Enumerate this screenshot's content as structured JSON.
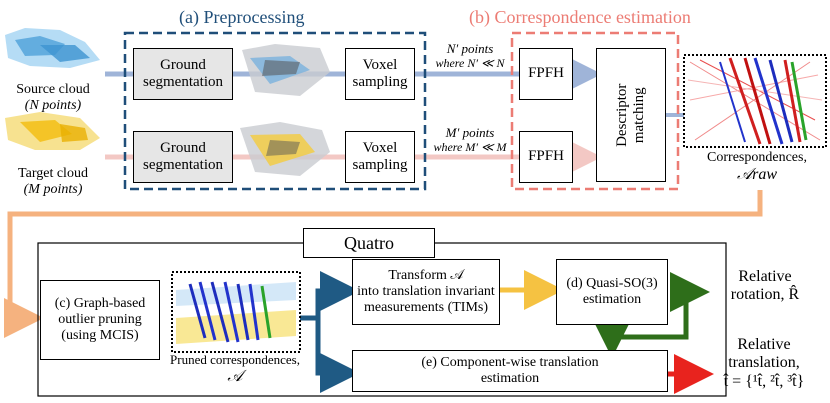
{
  "headers": {
    "preprocessing": "(a) Preprocessing",
    "correspondence": "(b) Correspondence estimation"
  },
  "colors": {
    "preprocessing_border": "#1f4e79",
    "correspondence_border": "#ec7c74",
    "source_line": "#9fb4d8",
    "target_line": "#f3c8c4",
    "orange_line": "#f5b27f",
    "blue_arrow": "#1f5a84",
    "yellow_arrow": "#f5c242",
    "green_arrow": "#2e6e1a",
    "red_arrow": "#e8231e"
  },
  "inputs": {
    "source_name": "Source cloud",
    "source_count": "(N points)",
    "target_name": "Target cloud",
    "target_count": "(M points)"
  },
  "boxes": {
    "ground_seg_1": "Ground segmentation",
    "ground_seg_2": "Ground segmentation",
    "voxel_1": "Voxel sampling",
    "voxel_2": "Voxel sampling",
    "fpfh_1": "FPFH",
    "fpfh_2": "FPFH",
    "descriptor": "Descriptor matching",
    "quatro": "Quatro",
    "graph_pruning": "(c) Graph-based outlier pruning (using MCIS)",
    "transform_line1": "Transform 𝒜",
    "transform_line2": "into translation invariant measurements (TIMs)",
    "quasi_so3": "(d) Quasi-SO(3) estimation",
    "component_wise": "(e) Component-wise translation estimation"
  },
  "labels": {
    "nprime_points": "N′ points",
    "nprime_where": "where N′ ≪ N",
    "mprime_points": "M′ points",
    "mprime_where": "where M′ ≪ M",
    "correspondences": "Correspondences,",
    "a_raw": "𝒜raw",
    "pruned": "Pruned correspondences,",
    "a_symbol": "𝒜",
    "relative_rotation_1": "Relative",
    "relative_rotation_2": "rotation, R̂",
    "relative_translation_1": "Relative",
    "relative_translation_2": "translation,",
    "relative_translation_3": "t̂ = {¹t̂, ²t̂, ³t̂}"
  }
}
